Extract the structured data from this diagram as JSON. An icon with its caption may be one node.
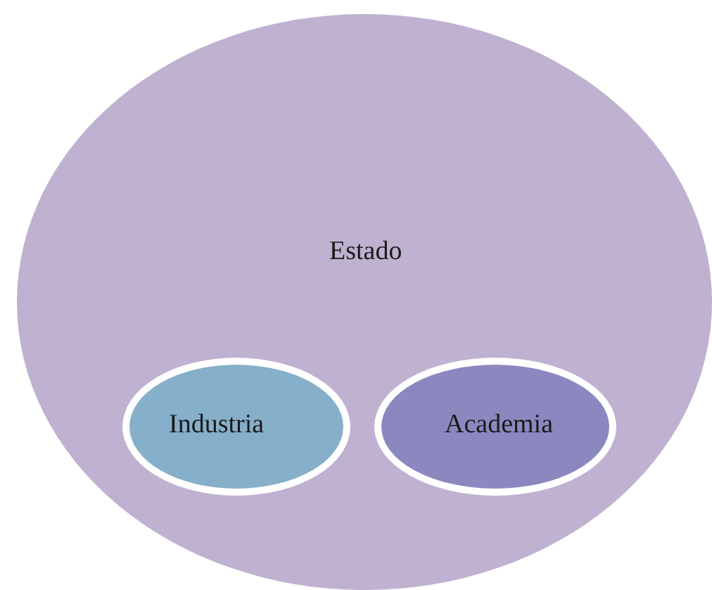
{
  "diagram": {
    "nodes": [
      {
        "text": [
          "Estado"
        ]
      },
      {
        "text": [
          "Industria"
        ],
        "in": 0
      },
      {
        "text": [
          "Academia"
        ],
        "in": 0
      }
    ]
  }
}
